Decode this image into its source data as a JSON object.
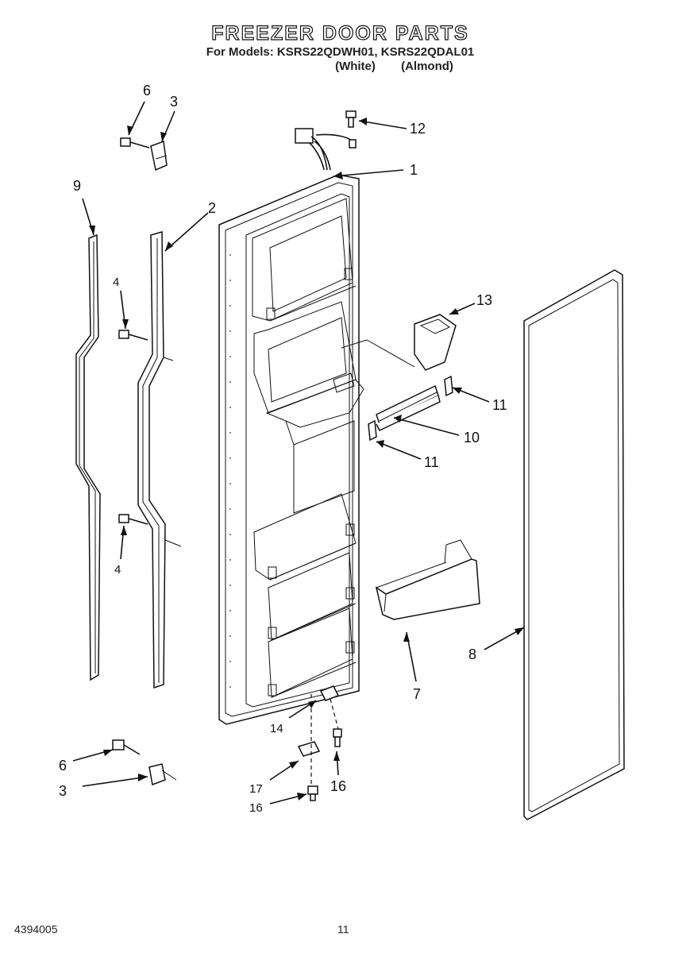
{
  "header": {
    "title": "FREEZER DOOR PARTS",
    "models": "For Models: KSRS22QDWH01, KSRS22QDAL01",
    "color_white": "(White)",
    "color_almond": "(Almond)"
  },
  "footer": {
    "doc_number": "4394005",
    "page_number": "11"
  },
  "callouts": {
    "p1": "1",
    "p2": "2",
    "p3a": "3",
    "p3b": "3",
    "p4a": "4",
    "p4b": "4",
    "p6a": "6",
    "p6b": "6",
    "p7": "7",
    "p8": "8",
    "p9": "9",
    "p10": "10",
    "p11a": "11",
    "p11b": "11",
    "p12": "12",
    "p13": "13",
    "p14": "14",
    "p16a": "16",
    "p16b": "16",
    "p17": "17"
  },
  "colors": {
    "ink": "#111111",
    "paper": "#ffffff"
  }
}
